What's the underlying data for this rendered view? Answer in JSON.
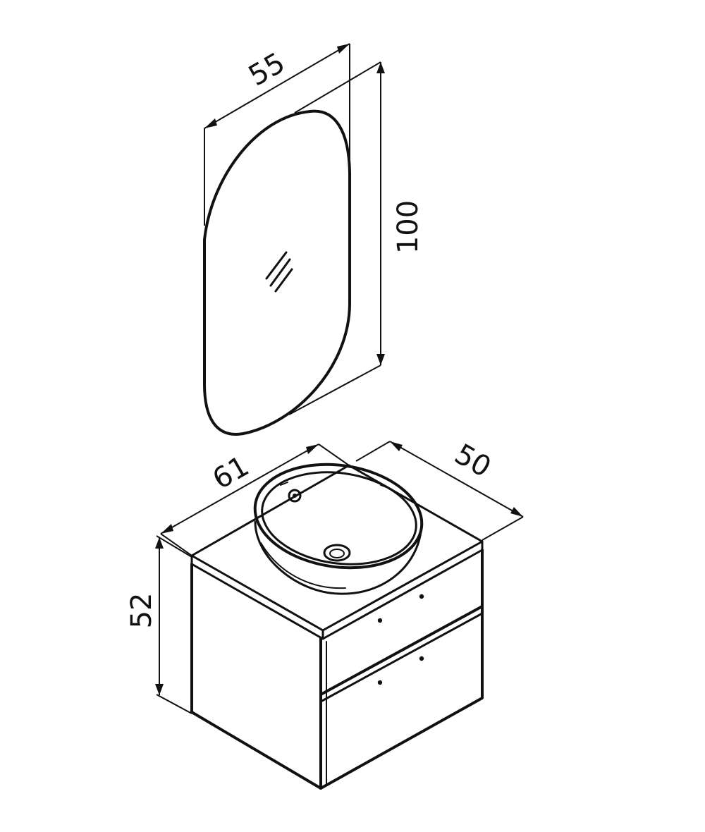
{
  "dimensions": {
    "mirror_width": "55",
    "mirror_height": "100",
    "cabinet_width": "61",
    "cabinet_depth": "50",
    "cabinet_height": "52"
  },
  "colors": {
    "line": "#111111",
    "background": "#ffffff"
  }
}
